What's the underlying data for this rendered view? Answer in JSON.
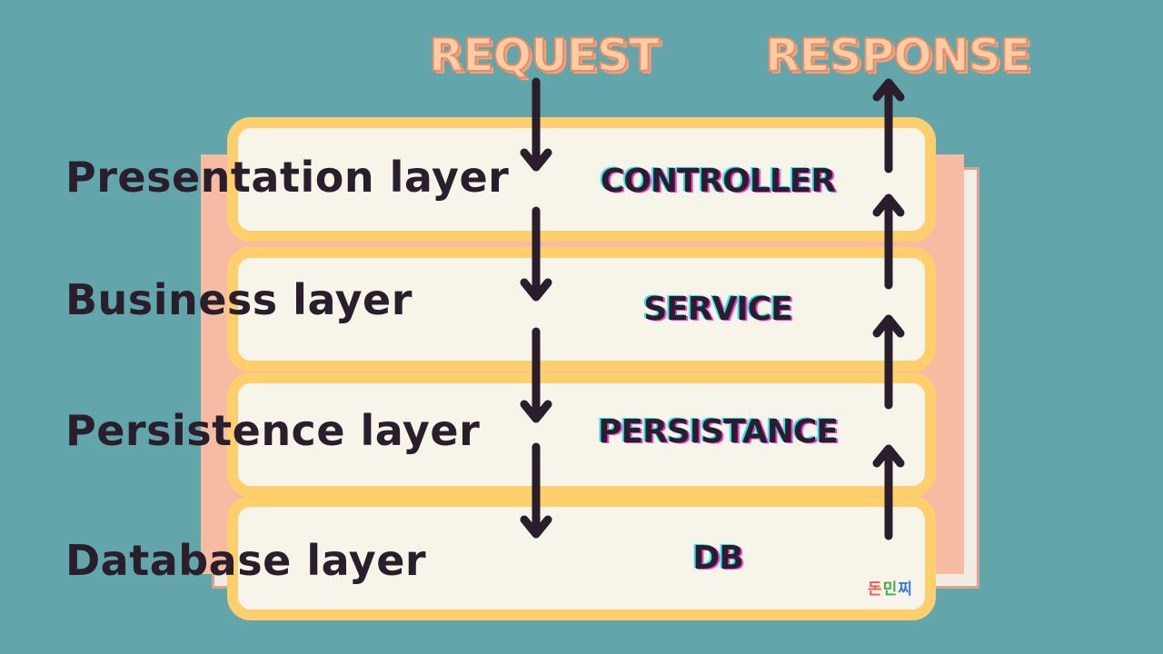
{
  "titles": {
    "request": "REQUEST",
    "response": "RESPONSE"
  },
  "layers": [
    {
      "label": "Presentation layer",
      "component": "CONTROLLER"
    },
    {
      "label": "Business layer",
      "component": "SERVICE"
    },
    {
      "label": "Persistence layer",
      "component": "PERSISTANCE"
    },
    {
      "label": "Database layer",
      "component": "DB"
    }
  ],
  "watermark": {
    "chars": [
      "돈",
      "민",
      "찌"
    ],
    "colors": [
      "#F05A5A",
      "#3FAF4F",
      "#3D7BE0"
    ]
  },
  "colors": {
    "background": "#62A5AB",
    "box_border": "#FFCF6E",
    "box_fill": "#F7F5EA",
    "arrow": "#2A1E2C",
    "text": "#2A1E2C"
  }
}
